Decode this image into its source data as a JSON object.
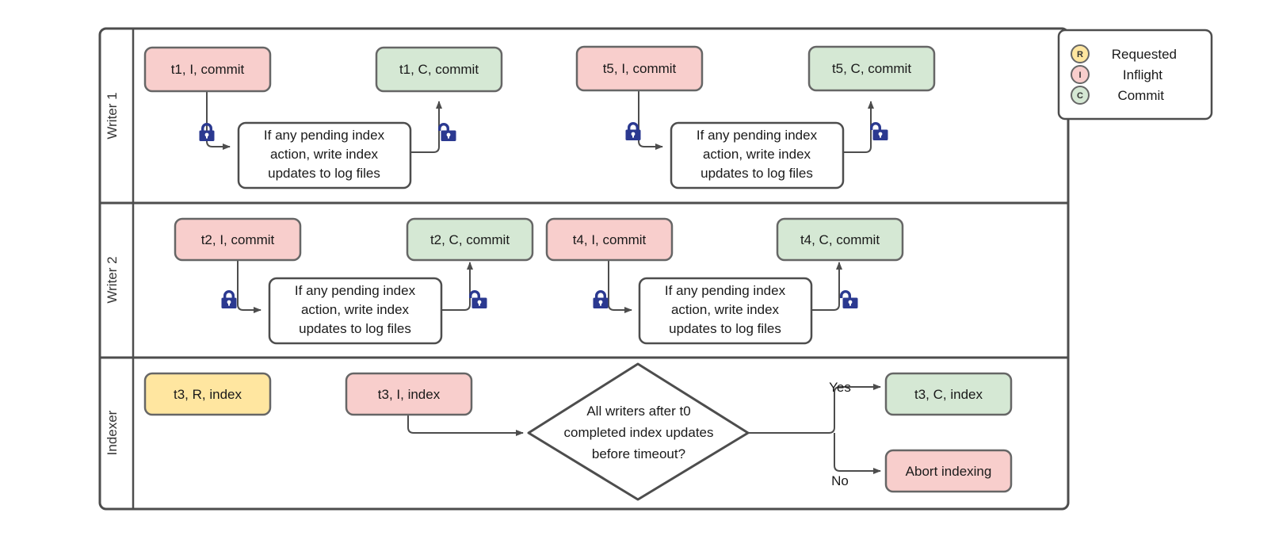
{
  "diagram": {
    "title": "Writer / Indexer transaction swimlane flow",
    "colors": {
      "inflight_fill": "#f8cecc",
      "inflight_stroke": "#b85450",
      "commit_fill": "#d5e8d4",
      "commit_stroke": "#82b366",
      "requested_fill": "#ffe6a0",
      "requested_stroke": "#d6b656",
      "note_fill": "#ffffff",
      "note_stroke": "#4d4d4d",
      "lane_stroke": "#4d4d4d",
      "edge_stroke": "#4d4d4d",
      "lock_fill": "#2b3990",
      "text": "#1a1a1a"
    },
    "lanes": [
      {
        "id": "writer-1",
        "label": "Writer 1"
      },
      {
        "id": "writer-2",
        "label": "Writer 2"
      },
      {
        "id": "indexer",
        "label": "Indexer"
      }
    ],
    "writer1": {
      "box_t1_inflight": "t1, I, commit",
      "box_t1_commit": "t1, C, commit",
      "note_left": "If any pending index\naction, write index\nupdates to log files",
      "box_t5_inflight": "t5, I, commit",
      "box_t5_commit": "t5, C, commit",
      "note_right": "If any pending index\naction, write index\nupdates to log files",
      "lock_left": "lock-closed",
      "unlock_left": "lock-open",
      "lock_right": "lock-closed",
      "unlock_right": "lock-open"
    },
    "writer2": {
      "box_t2_inflight": "t2, I, commit",
      "box_t2_commit": "t2, C, commit",
      "note_left": "If any pending index\naction, write index\nupdates to log files",
      "box_t4_inflight": "t4, I, commit",
      "box_t4_commit": "t4, C, commit",
      "note_right": "If any pending index\naction, write index\nupdates to log files",
      "lock_left": "lock-closed",
      "unlock_left": "lock-open",
      "lock_right": "lock-closed",
      "unlock_right": "lock-open"
    },
    "indexer": {
      "box_t3_requested": "t3, R, index",
      "box_t3_inflight": "t3, I, index",
      "decision": "All writers after t0\ncompleted index updates\nbefore timeout?",
      "branch_yes": "Yes",
      "branch_no": "No",
      "box_t3_commit": "t3, C, index",
      "box_abort": "Abort indexing"
    },
    "legend": {
      "items": [
        {
          "badge": "R",
          "label": "Requested",
          "fill": "#ffe6a0",
          "stroke": "#666666"
        },
        {
          "badge": "I",
          "label": "Inflight",
          "fill": "#f8cecc",
          "stroke": "#666666"
        },
        {
          "badge": "C",
          "label": "Commit",
          "fill": "#d5e8d4",
          "stroke": "#666666"
        }
      ]
    }
  }
}
